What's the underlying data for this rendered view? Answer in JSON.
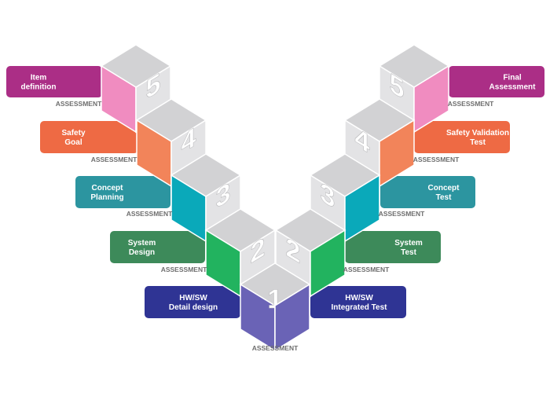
{
  "steps": [
    {
      "id": "item-definition",
      "number": "5",
      "label_lines": [
        "Item",
        "definition"
      ],
      "assessment": "ASSESSMENT",
      "color": "#ab2e86",
      "accent": "#f08cc0"
    },
    {
      "id": "safety-goal",
      "number": "4",
      "label_lines": [
        "Safety",
        "Goal"
      ],
      "assessment": "ASSESSMENT",
      "color": "#ee6a44",
      "accent": "#f2845a"
    },
    {
      "id": "concept-planning",
      "number": "3",
      "label_lines": [
        "Concept",
        "Planning"
      ],
      "assessment": "ASSESSMENT",
      "color": "#2c95a0",
      "accent": "#0aa9ba"
    },
    {
      "id": "system-design",
      "number": "2",
      "label_lines": [
        "System",
        "Design"
      ],
      "assessment": "ASSESSMENT",
      "color": "#3d8a5a",
      "accent": "#22b35f"
    },
    {
      "id": "hw-sw-detail-design",
      "number": "1",
      "label_lines": [
        "HW/SW",
        "Detail design"
      ],
      "assessment": "ASSESSMENT",
      "color": "#2f3494",
      "accent": "#6a63b6"
    },
    {
      "id": "hw-sw-integrated-test",
      "number": "1",
      "label_lines": [
        "HW/SW",
        "Integrated Test"
      ],
      "assessment": "",
      "color": "#2f3494",
      "accent": "#6a63b6"
    },
    {
      "id": "system-test",
      "number": "2",
      "label_lines": [
        "System",
        "Test"
      ],
      "assessment": "ASSESSMENT",
      "color": "#3d8a5a",
      "accent": "#22b35f"
    },
    {
      "id": "concept-test",
      "number": "3",
      "label_lines": [
        "Concept",
        "Test"
      ],
      "assessment": "ASSESSMENT",
      "color": "#2c95a0",
      "accent": "#0aa9ba"
    },
    {
      "id": "safety-validation-test",
      "number": "4",
      "label_lines": [
        "Safety Validation",
        "Test"
      ],
      "assessment": "ASSESSMENT",
      "color": "#ee6a44",
      "accent": "#f2845a"
    },
    {
      "id": "final-assessment",
      "number": "5",
      "label_lines": [
        "Final",
        "Assessment"
      ],
      "assessment": "ASSESSMENT",
      "color": "#ab2e86",
      "accent": "#f08cc0"
    }
  ],
  "bottom_assessment": "ASSESSMENT",
  "cube_colors": {
    "top": "#d2d2d4",
    "side": "#e3e3e5",
    "edge": "#ffffff"
  }
}
